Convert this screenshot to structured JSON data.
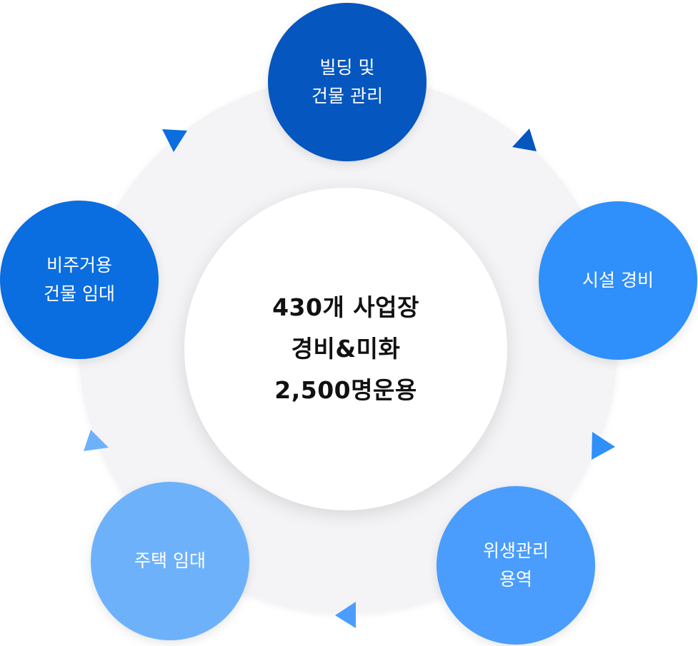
{
  "center": {
    "lines": [
      "430개 사업장",
      "경비&미화",
      "2,500명운용"
    ]
  },
  "nodes": {
    "building": {
      "lines": [
        "빌딩 및",
        "건물 관리"
      ],
      "color": "#0556bf"
    },
    "facility": {
      "lines": [
        "시설 경비"
      ],
      "color": "#2f8ffb"
    },
    "hygiene": {
      "lines": [
        "위생관리",
        "용역"
      ],
      "color": "#4a9dfc"
    },
    "housing": {
      "lines": [
        "주택 임대"
      ],
      "color": "#6eb1fb"
    },
    "nonres": {
      "lines": [
        "비주거용",
        "건물 임대"
      ],
      "color": "#0a6de0"
    }
  },
  "arrows": {
    "colors": [
      "#0556bf",
      "#2f8ffb",
      "#6eb1fb",
      "#4a9dfc",
      "#0a6de0"
    ]
  },
  "colors": {
    "ring": "#f4f4f6",
    "center_bg": "#ffffff",
    "center_text": "#111111",
    "node_text": "#ffffff"
  }
}
